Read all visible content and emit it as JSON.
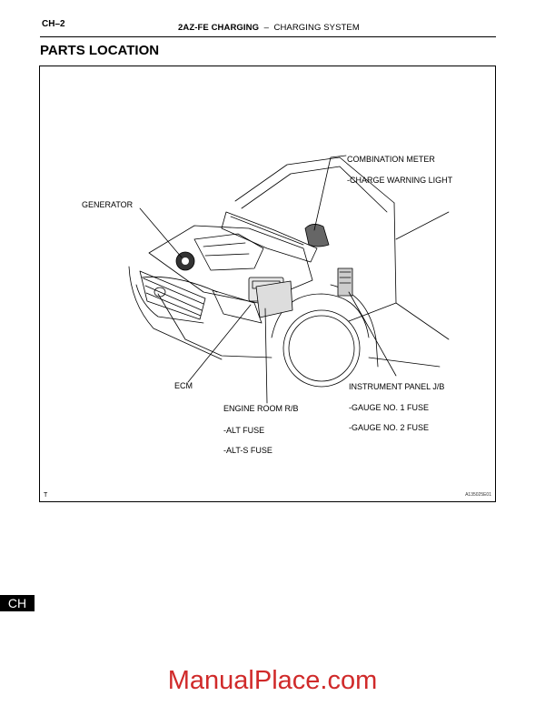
{
  "header": {
    "page_code": "CH–2",
    "section_bold": "2AZ-FE CHARGING",
    "separator": "–",
    "section_rest": "CHARGING SYSTEM"
  },
  "title": "PARTS LOCATION",
  "figure": {
    "labels": {
      "combination_meter": "COMBINATION METER",
      "charge_warning_light": "-CHARGE WARNING LIGHT",
      "generator": "GENERATOR",
      "ecm": "ECM",
      "engine_room_rb": "ENGINE ROOM R/B",
      "alt_fuse": "-ALT FUSE",
      "alt_s_fuse": "-ALT-S FUSE",
      "instrument_panel_jb": "INSTRUMENT PANEL J/B",
      "gauge_no1_fuse": "-GAUGE NO. 1 FUSE",
      "gauge_no2_fuse": "-GAUGE NO. 2 FUSE"
    },
    "corner_mark": "T",
    "figure_id": "A135025E01"
  },
  "side_tab": "CH",
  "watermark": "ManualPlace.com"
}
